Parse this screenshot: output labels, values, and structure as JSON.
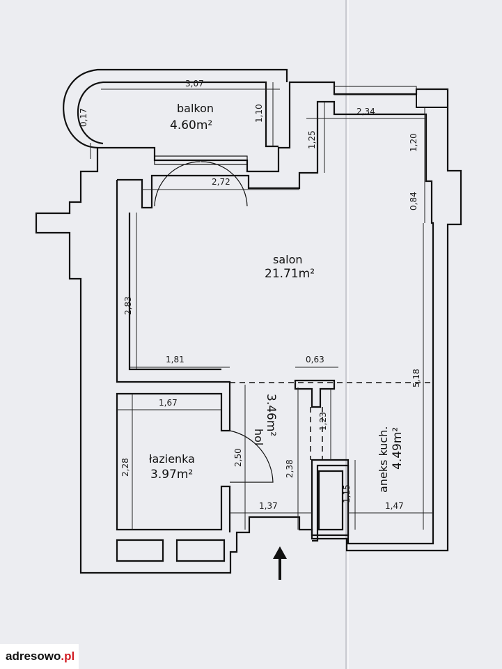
{
  "rooms": {
    "balkon": {
      "name": "balkon",
      "area": "4.60m²"
    },
    "salon": {
      "name": "salon",
      "area": "21.71m²"
    },
    "lazienka": {
      "name": "łazienka",
      "area": "3.97m²"
    },
    "hol": {
      "name": "hol",
      "area": "3.46m²"
    },
    "aneks": {
      "name": "aneks kuch.",
      "area": "4.49m²"
    }
  },
  "dimensions": {
    "d307": "3,07",
    "d017": "0,17",
    "d110": "1,10",
    "d125": "1,25",
    "d234": "2,34",
    "d120": "1,20",
    "d272": "2,72",
    "d084": "0,84",
    "d283": "2,83",
    "d181": "1,81",
    "d063": "0,63",
    "d518": "5,18",
    "d167": "1,67",
    "d228": "2,28",
    "d250": "2,50",
    "d238": "2,38",
    "d123": "1,23",
    "d115": "1,15",
    "d137": "1,37",
    "d147": "1,47"
  },
  "logo": {
    "main": "adresowo",
    "tld": ".pl"
  },
  "colors": {
    "background": "#ecedf1",
    "wall": "#111111",
    "logo_accent": "#d21f26"
  }
}
